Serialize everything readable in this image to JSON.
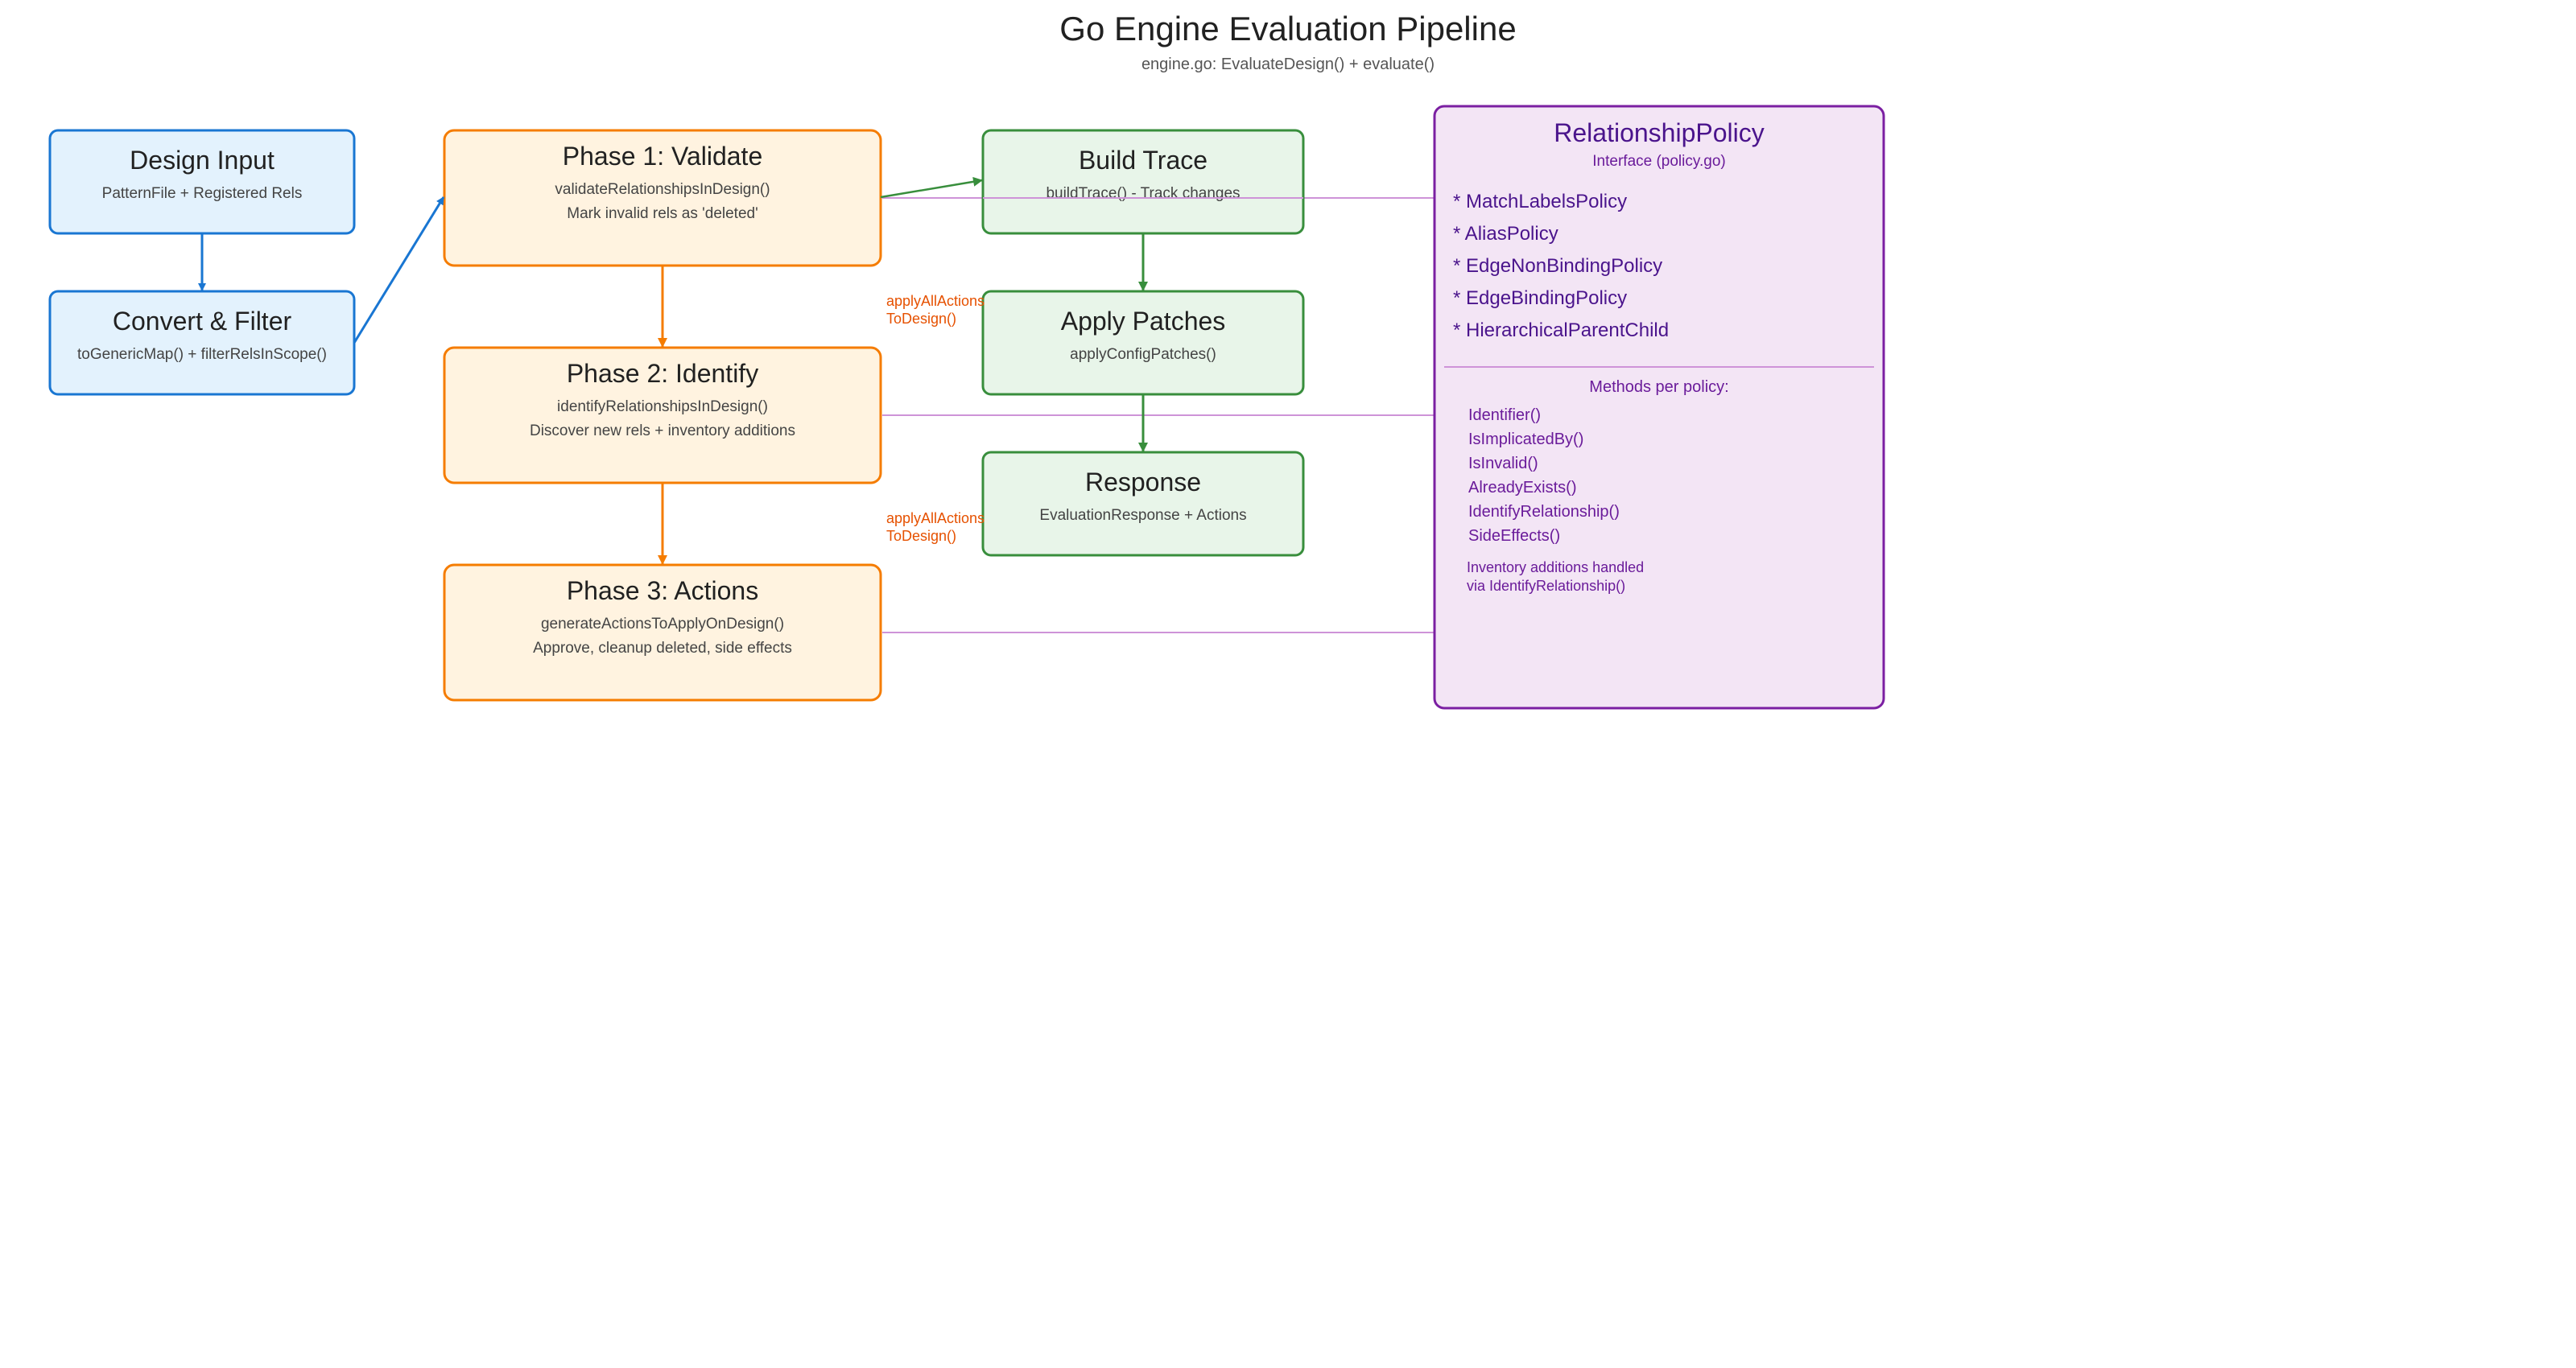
{
  "header": {
    "title": "Go Engine Evaluation Pipeline",
    "subtitle": "engine.go: EvaluateDesign() + evaluate()"
  },
  "colors": {
    "blue_stroke": "#1976d2",
    "blue_fill": "#e3f2fd",
    "orange_stroke": "#f57c00",
    "orange_fill": "#fff3e0",
    "green_stroke": "#388e3c",
    "green_fill": "#e8f5e9",
    "purple_stroke": "#7b1fa2",
    "purple_fill": "#f3e5f5",
    "purple_line": "#ce93d8",
    "label_orange": "#e65100"
  },
  "nodes": {
    "design_input": {
      "title": "Design Input",
      "lines": [
        "PatternFile + Registered Rels"
      ]
    },
    "convert_filter": {
      "title": "Convert & Filter",
      "lines": [
        "toGenericMap() + filterRelsInScope()"
      ]
    },
    "phase1": {
      "title": "Phase 1: Validate",
      "lines": [
        "validateRelationshipsInDesign()",
        "Mark invalid rels as 'deleted'"
      ]
    },
    "phase2": {
      "title": "Phase 2: Identify",
      "lines": [
        "identifyRelationshipsInDesign()",
        "Discover new rels + inventory additions"
      ]
    },
    "phase3": {
      "title": "Phase 3: Actions",
      "lines": [
        "generateActionsToApplyOnDesign()",
        "Approve, cleanup deleted, side effects"
      ]
    },
    "build_trace": {
      "title": "Build Trace",
      "lines": [
        "buildTrace() - Track changes"
      ]
    },
    "apply_patches": {
      "title": "Apply Patches",
      "lines": [
        "applyConfigPatches()"
      ]
    },
    "response": {
      "title": "Response",
      "lines": [
        "EvaluationResponse + Actions"
      ]
    }
  },
  "edge_labels": {
    "phase1_to_phase2": [
      "applyAllActions",
      "ToDesign()"
    ],
    "phase2_to_phase3": [
      "applyAllActions",
      "ToDesign()"
    ]
  },
  "policy": {
    "title": "RelationshipPolicy",
    "subtitle": "Interface (policy.go)",
    "items": [
      "* MatchLabelsPolicy",
      "* AliasPolicy",
      "* EdgeNonBindingPolicy",
      "* EdgeBindingPolicy",
      "* HierarchicalParentChild"
    ],
    "methods_heading": "Methods per policy:",
    "methods": [
      "Identifier()",
      "IsImplicatedBy()",
      "IsInvalid()",
      "AlreadyExists()",
      "IdentifyRelationship()",
      "SideEffects()"
    ],
    "note": [
      "Inventory additions handled",
      "via IdentifyRelationship()"
    ]
  }
}
